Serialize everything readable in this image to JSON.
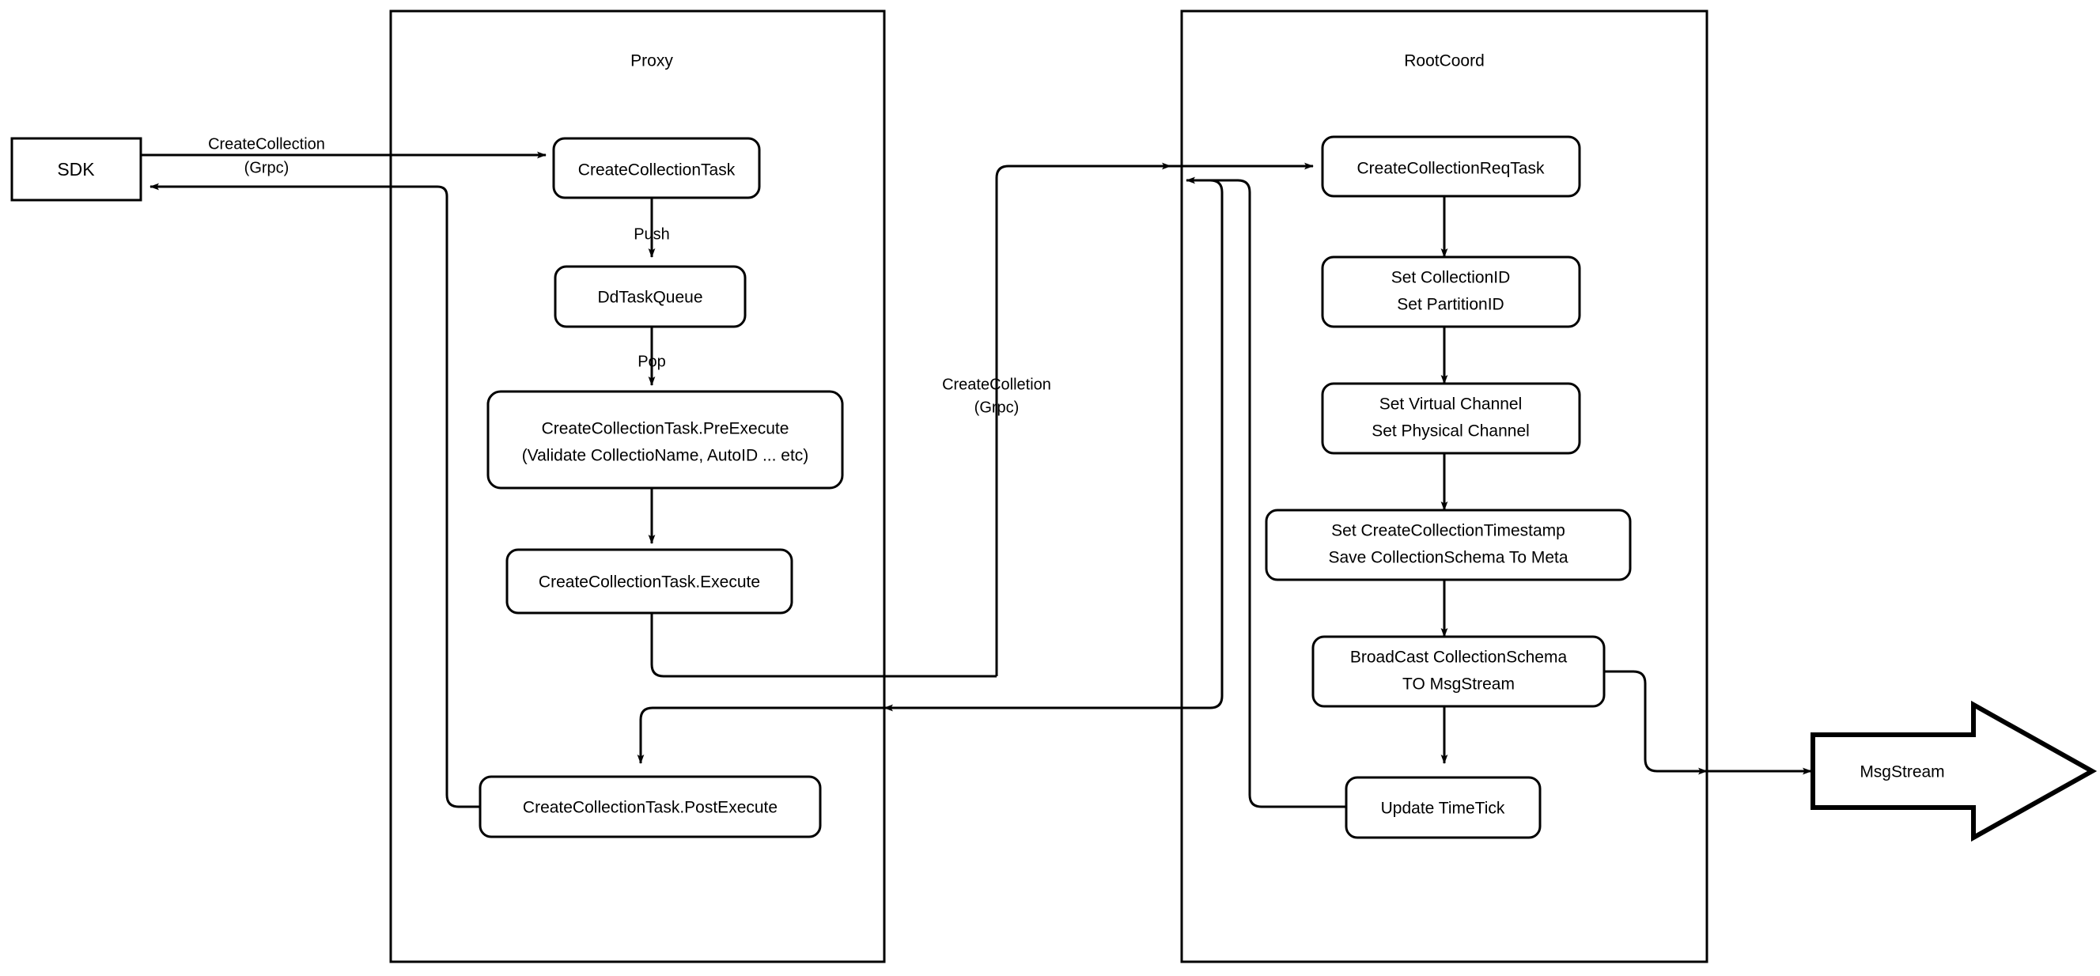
{
  "diagram": {
    "title": "CreateCollection flow",
    "background_color": "#ffffff",
    "line_color": "#000000"
  },
  "containers": [
    {
      "id": "proxy",
      "label": "Proxy"
    },
    {
      "id": "rootcoord",
      "label": "RootCoord"
    }
  ],
  "external_nodes": {
    "sdk": {
      "label": "SDK"
    },
    "msgstream": {
      "label": "MsgStream"
    }
  },
  "proxy_nodes": [
    {
      "id": "create-collection-task",
      "label": "CreateCollectionTask"
    },
    {
      "id": "dd-task-queue",
      "label": "DdTaskQueue"
    },
    {
      "id": "pre-execute",
      "line1": "CreateCollectionTask.PreExecute",
      "line2": "(Validate CollectioName, AutoID ... etc)"
    },
    {
      "id": "execute",
      "label": "CreateCollectionTask.Execute"
    },
    {
      "id": "post-execute",
      "label": "CreateCollectionTask.PostExecute"
    }
  ],
  "rootcoord_nodes": [
    {
      "id": "create-collection-req-task",
      "label": "CreateCollectionReqTask"
    },
    {
      "id": "set-ids",
      "line1": "Set CollectionID",
      "line2": "Set PartitionID"
    },
    {
      "id": "set-channels",
      "line1": "Set Virtual Channel",
      "line2": "Set Physical Channel"
    },
    {
      "id": "set-timestamp-save-meta",
      "line1": "Set CreateCollectionTimestamp",
      "line2": "Save CollectionSchema To Meta"
    },
    {
      "id": "broadcast-schema",
      "line1": "BroadCast CollectionSchema",
      "line2": "TO MsgStream"
    },
    {
      "id": "update-timetick",
      "label": "Update TimeTick"
    }
  ],
  "edge_labels": [
    {
      "id": "sdk-to-proxy",
      "line1": "CreateCollection",
      "line2": "(Grpc)"
    },
    {
      "id": "push",
      "label": "Push"
    },
    {
      "id": "pop",
      "label": "Pop"
    },
    {
      "id": "proxy-to-rootcoord",
      "line1": "CreateColletion",
      "line2": "(Grpc)"
    }
  ]
}
